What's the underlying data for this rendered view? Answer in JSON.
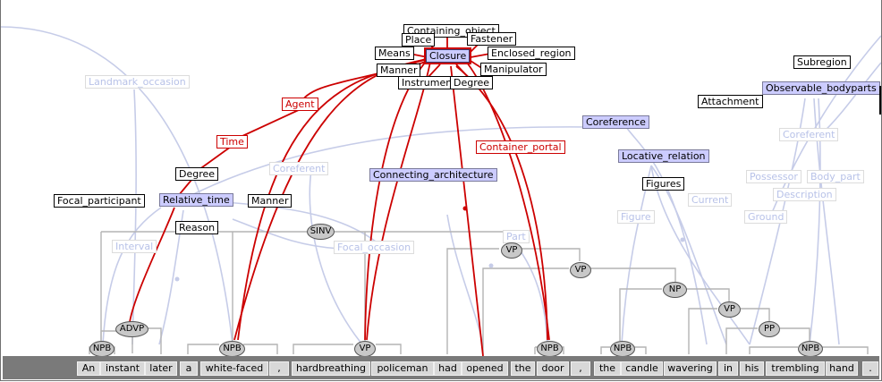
{
  "tokens": [
    "An",
    "instant",
    "later",
    "a",
    "white-faced",
    ",",
    "hardbreathing",
    "policeman",
    "had",
    "opened",
    "the",
    "door",
    ",",
    "the",
    "candle",
    "wavering",
    "in",
    "his",
    "trembling",
    "hand",
    "."
  ],
  "nodes": {
    "npb1": "NPB",
    "advp": "ADVP",
    "npb2": "NPB",
    "vp1": "VP",
    "sinv": "SINV",
    "vp2": "VP",
    "vp3": "VP",
    "npb3": "NPB",
    "np": "NP",
    "vp4": "VP",
    "npb4": "NPB",
    "pp": "PP",
    "npb5": "NPB"
  },
  "labels": {
    "containing_object": "Containing_object",
    "place": "Place",
    "fastener": "Fastener",
    "means": "Means",
    "closure": "Closure",
    "enclosed_region": "Enclosed_region",
    "manner_top": "Manner",
    "manipulator": "Manipulator",
    "instrument": "Instrument",
    "degree_top": "Degree",
    "agent": "Agent",
    "time": "Time",
    "container_portal": "Container_portal",
    "landmark_occasion": "Landmark_occasion",
    "subregion": "Subregion",
    "observable_bodyparts": "Observable_bodyparts",
    "attachment": "Attachment",
    "coreference": "Coreference",
    "coreferent_right": "Coreferent",
    "locative_relation": "Locative_relation",
    "possessor": "Possessor",
    "body_part": "Body_part",
    "description": "Description",
    "figures": "Figures",
    "current": "Current",
    "figure": "Figure",
    "ground": "Ground",
    "degree_left": "Degree",
    "coreferent_left": "Coreferent",
    "connecting_architecture": "Connecting_architecture",
    "focal_participant": "Focal_participant",
    "relative_time": "Relative_time",
    "manner_left": "Manner",
    "reason": "Reason",
    "interval": "Interval",
    "focal_occasion": "Focal_occasion",
    "part": "Part"
  },
  "colors": {
    "frame_fill": "#ccccff",
    "active_edge": "#cc0000",
    "faded_edge": "#c6cce8",
    "tree_edge": "#b4b4b4",
    "token_bar": "#7a7a7a"
  }
}
